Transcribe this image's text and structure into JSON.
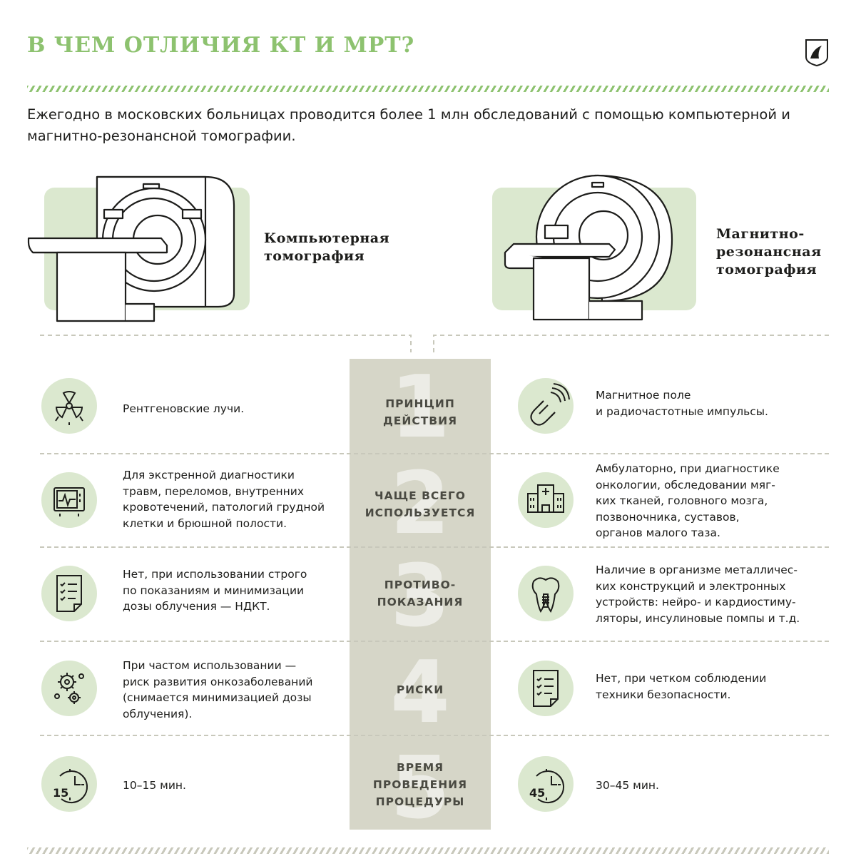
{
  "title": "В ЧЕМ ОТЛИЧИЯ КТ И МРТ?",
  "intro": "Ежегодно в московских больницах проводится более 1 млн обследований с помощью компьютерной и магнитно-резонансной томографии.",
  "colors": {
    "accent": "#8dc26f",
    "light_green": "#dbe8cf",
    "center_column": "#d6d6c8"
  },
  "ct": {
    "title": "Компьютерная\nтомография"
  },
  "mri": {
    "title": "Магнитно-\nрезонансная\nтомография"
  },
  "rows": [
    {
      "number": "1",
      "category": "ПРИНЦИП\nДЕЙСТВИЯ",
      "ct_icon": "radiation-icon",
      "ct_text": "Рентгеновские лучи.",
      "mri_icon": "magnet-icon",
      "mri_text": "Магнитное поле\nи радиочастотные импульсы."
    },
    {
      "number": "2",
      "category": "ЧАЩЕ ВСЕГО\nИСПОЛЬЗУЕТСЯ",
      "ct_icon": "monitor-icon",
      "ct_text": "Для экстренной диагностики\nтравм, переломов, внутренних\nкровотечений, патологий грудной\nклетки и брюшной полости.",
      "mri_icon": "hospital-icon",
      "mri_text": "Амбулаторно, при диагностике\nонкологии, обследовании мяг-\nких тканей, головного мозга,\nпозвоночника, суставов,\nорганов малого таза."
    },
    {
      "number": "3",
      "category": "ПРОТИВО-\nПОКАЗАНИЯ",
      "ct_icon": "checklist-icon",
      "ct_text": "Нет, при использовании строго\nпо показаниям и минимизации\nдозы облучения — НДКТ.",
      "mri_icon": "tooth-implant-icon",
      "mri_text": "Наличие в организме металличес-\nких конструкций и электронных\nустройств: нейро- и кардиостиму-\nляторы, инсулиновые помпы и т.д."
    },
    {
      "number": "4",
      "category": "РИСКИ",
      "ct_icon": "virus-icon",
      "ct_text": "При частом использовании —\nриск развития онкозаболеваний\n(снимается минимизацией дозы\nоблучения).",
      "mri_icon": "checklist-icon",
      "mri_text": "Нет, при четком соблюдении\nтехники безопасности."
    },
    {
      "number": "5",
      "category": "ВРЕМЯ\nПРОВЕДЕНИЯ\nПРОЦЕДУРЫ",
      "ct_icon": "clock-icon",
      "ct_clock_value": "15",
      "ct_text": "10–15 мин.",
      "mri_icon": "clock-icon",
      "mri_clock_value": "45",
      "mri_text": "30–45 мин."
    }
  ]
}
